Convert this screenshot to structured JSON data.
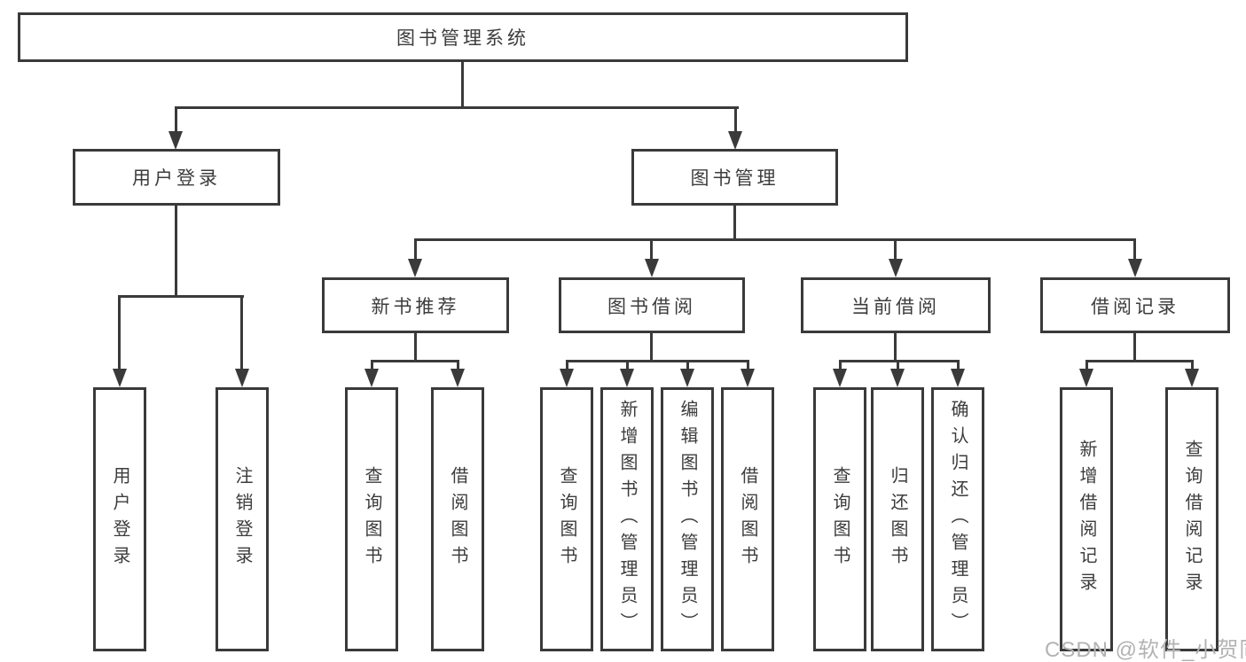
{
  "diagram": {
    "title": "图书管理系统",
    "root": "图书管理系统",
    "branches": [
      {
        "label": "用户登录",
        "children": [
          "用户登录",
          "注销登录"
        ]
      },
      {
        "label": "图书管理",
        "groups": [
          {
            "label": "新书推荐",
            "children": [
              "查询图书",
              "借阅图书"
            ]
          },
          {
            "label": "图书借阅",
            "children": [
              "查询图书",
              "新增图书（管理员）",
              "编辑图书（管理员）",
              "借阅图书"
            ]
          },
          {
            "label": "当前借阅",
            "children": [
              "查询图书",
              "归还图书",
              "确认归还（管理员）"
            ]
          },
          {
            "label": "借阅记录",
            "children": [
              "新增借阅记录",
              "查询借阅记录"
            ]
          }
        ]
      }
    ],
    "watermark": "CSDN @软件_小贺同学",
    "colors": {
      "line": "#3a3a3a",
      "text": "#3c3c3c",
      "watermark": "#b3b3b3",
      "background": "#ffffff"
    }
  }
}
